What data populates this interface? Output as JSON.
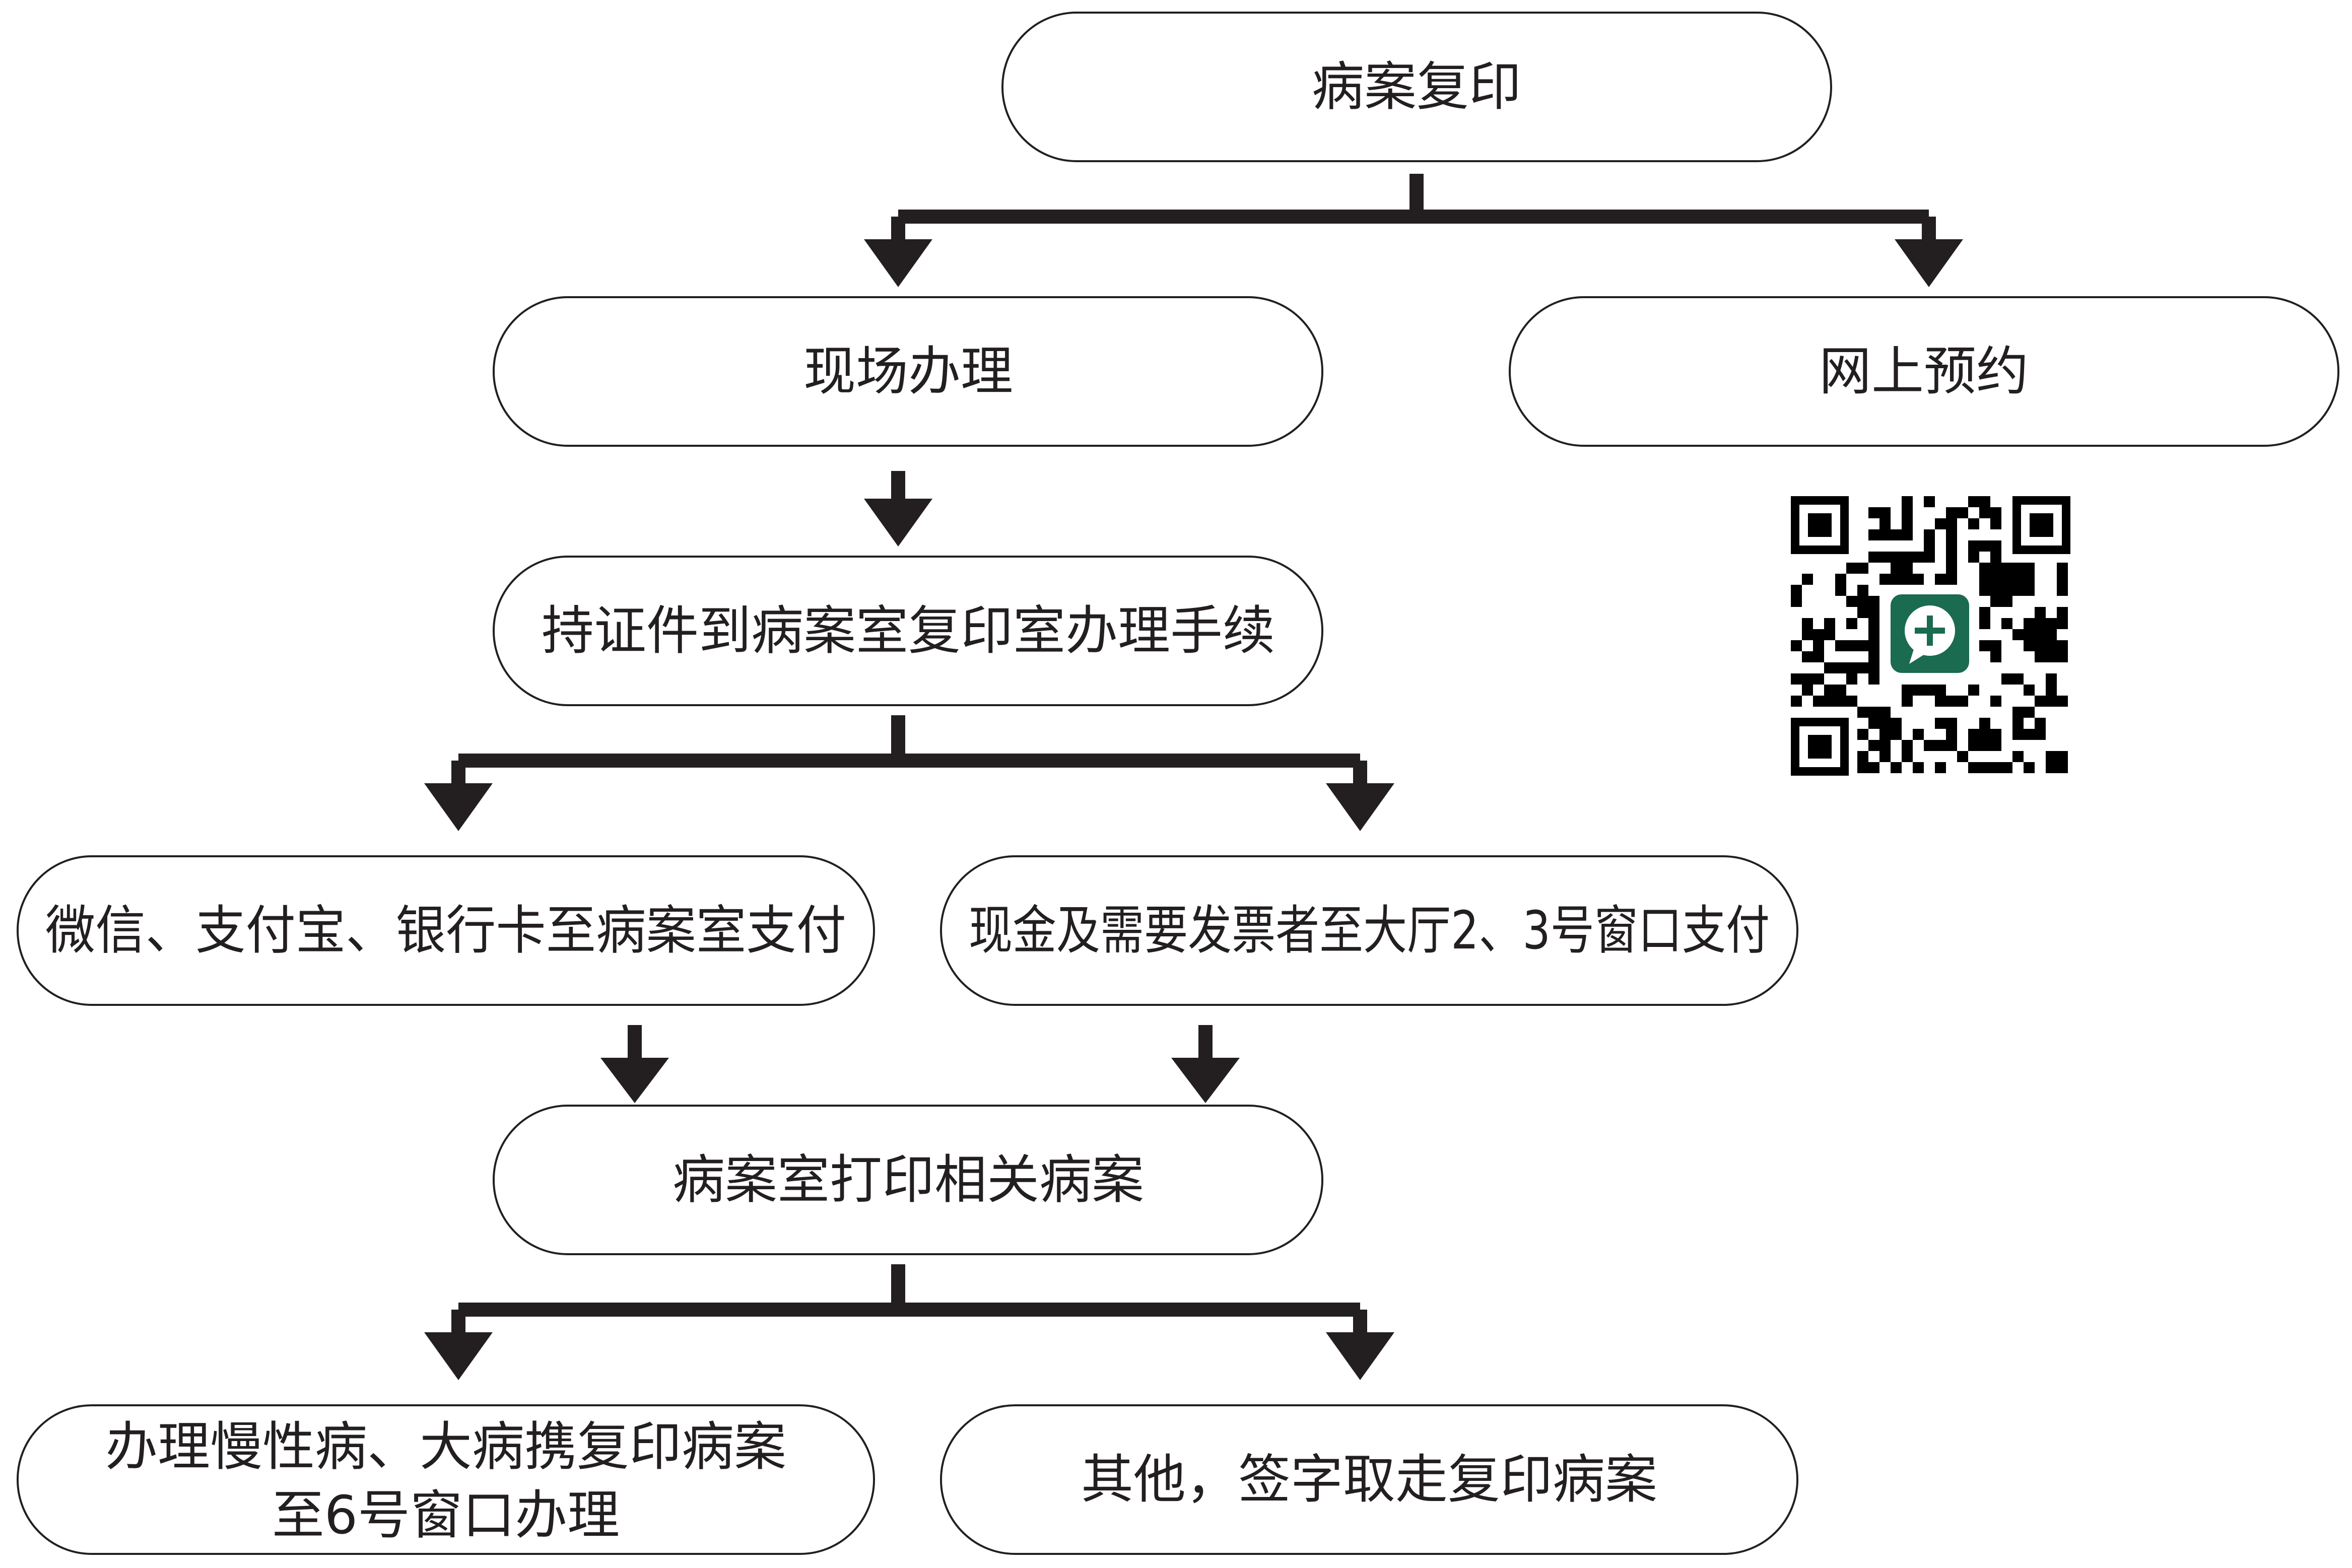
{
  "colors": {
    "line": "#231f20",
    "node_fill": "#ffffff",
    "qr_accent": "#1a6b4f"
  },
  "nodes": {
    "root": "病案复印",
    "onsite": "现场办理",
    "online": "网上预约",
    "documents": "持证件到病案室复印室办理手续",
    "pay_mobile": "微信、支付宝、银行卡至病案室支付",
    "pay_cash": "现金及需要发票者至大厅2、3号窗口支付",
    "print": "病案室打印相关病案",
    "chronic_line1": "办理慢性病、大病携复印病案",
    "chronic_line2": "至6号窗口办理",
    "other": "其他，签字取走复印病案"
  },
  "qr_code": {
    "icon": "qr-code-icon",
    "logo_icon": "medical-cross-chat-icon"
  }
}
